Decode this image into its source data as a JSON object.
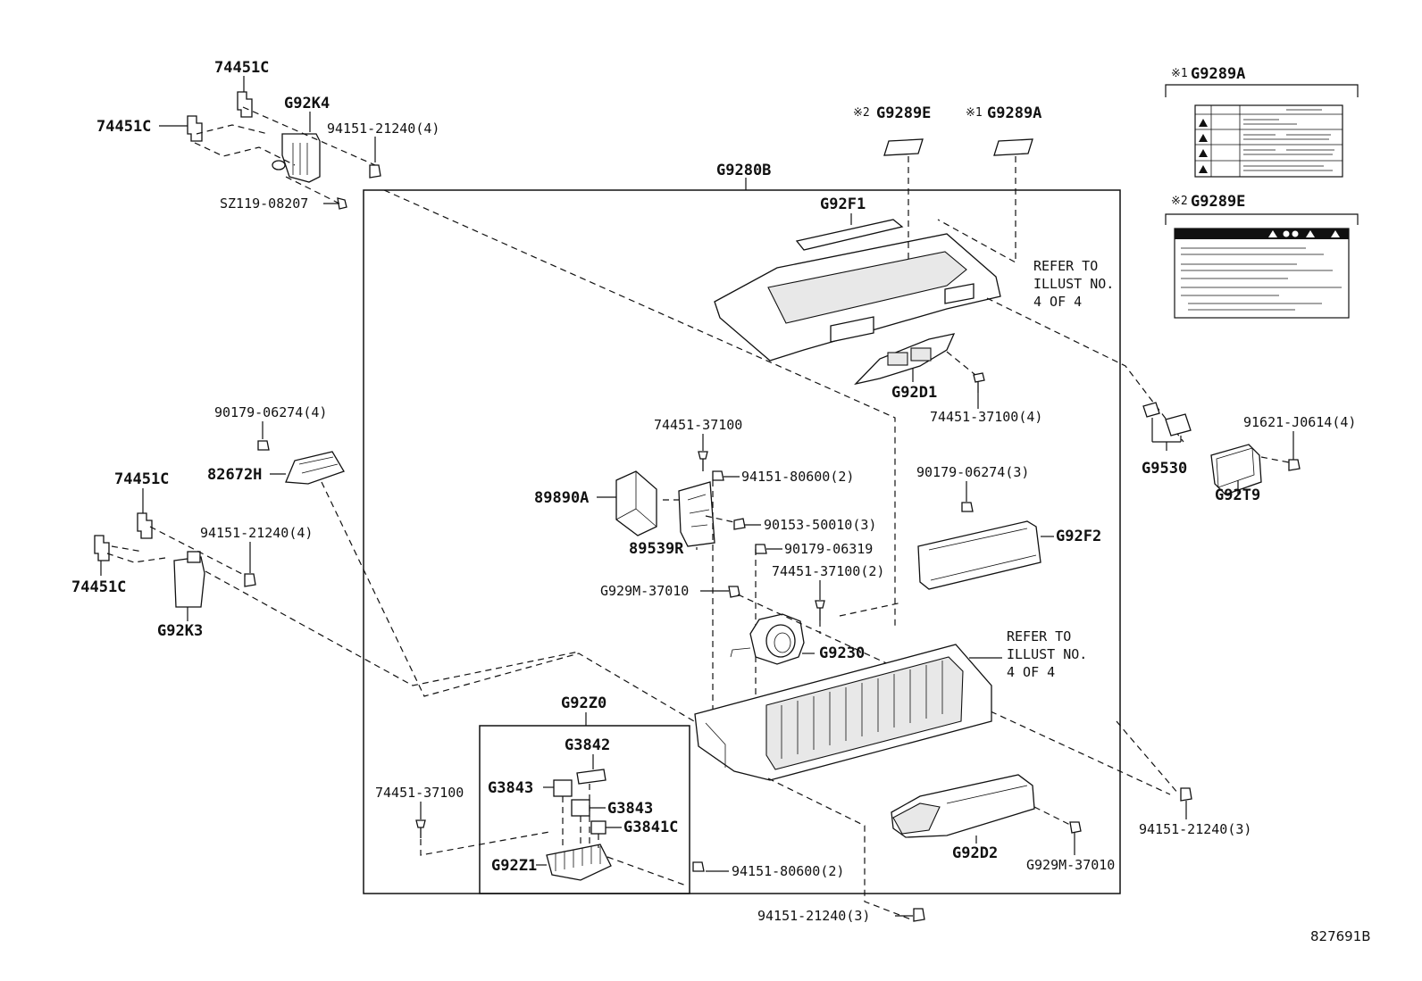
{
  "labels": {
    "c74451C_top": "74451C",
    "c74451C_left": "74451C",
    "g92k4": "G92K4",
    "b94151_21240_4_top": "94151-21240(4)",
    "sz119": "SZ119-08207",
    "g9280b": "G9280B",
    "g9289e_note": "※2",
    "g9289e": "G9289E",
    "g9289a_note": "※1",
    "g9289a": "G9289A",
    "g92f1": "G92F1",
    "refer1_l1": "REFER TO",
    "refer1_l2": "ILLUST NO.",
    "refer1_l3": "4 OF 4",
    "g92d1": "G92D1",
    "b74451_37100_4": "74451-37100(4)",
    "b90179_06274_4": "90179-06274(4)",
    "c82672h": "82672H",
    "c74451_37100": "74451-37100",
    "b94151_80600_2_top": "94151-80600(2)",
    "c89890a": "89890A",
    "b90153_50010": "90153-50010(3)",
    "c89539r": "89539R",
    "b90179_06319": "90179-06319",
    "b74451_37100_2": "74451-37100(2)",
    "b90179_06274_3": "90179-06274(3)",
    "g92f2": "G92F2",
    "c74451C_mid": "74451C",
    "b94151_21240_4_mid": "94151-21240(4)",
    "c74451C_low": "74451C",
    "g92k3": "G92K3",
    "g929m_left": "G929M-37010",
    "g9230": "G9230",
    "refer2_l1": "REFER TO",
    "refer2_l2": "ILLUST NO.",
    "refer2_l3": "4 OF 4",
    "g92z0": "G92Z0",
    "g3842": "G3842",
    "g3843_a": "G3843",
    "g3843_b": "G3843",
    "g3841c": "G3841C",
    "g92z1": "G92Z1",
    "c74451_37100_low": "74451-37100",
    "b94151_80600_2_low": "94151-80600(2)",
    "g92d2": "G92D2",
    "g929m_right": "G929M-37010",
    "b94151_21240_3_right": "94151-21240(3)",
    "b94151_21240_3_bottom": "94151-21240(3)",
    "g9530": "G9530",
    "b91621": "91621-J0614(4)",
    "g92t9": "G92T9",
    "inset1_note": "※1",
    "inset1_title": "G9289A",
    "inset2_note": "※2",
    "inset2_title": "G9289E",
    "illustration_no": "827691B"
  },
  "colors": {
    "ink": "#111111",
    "paper": "#ffffff"
  }
}
